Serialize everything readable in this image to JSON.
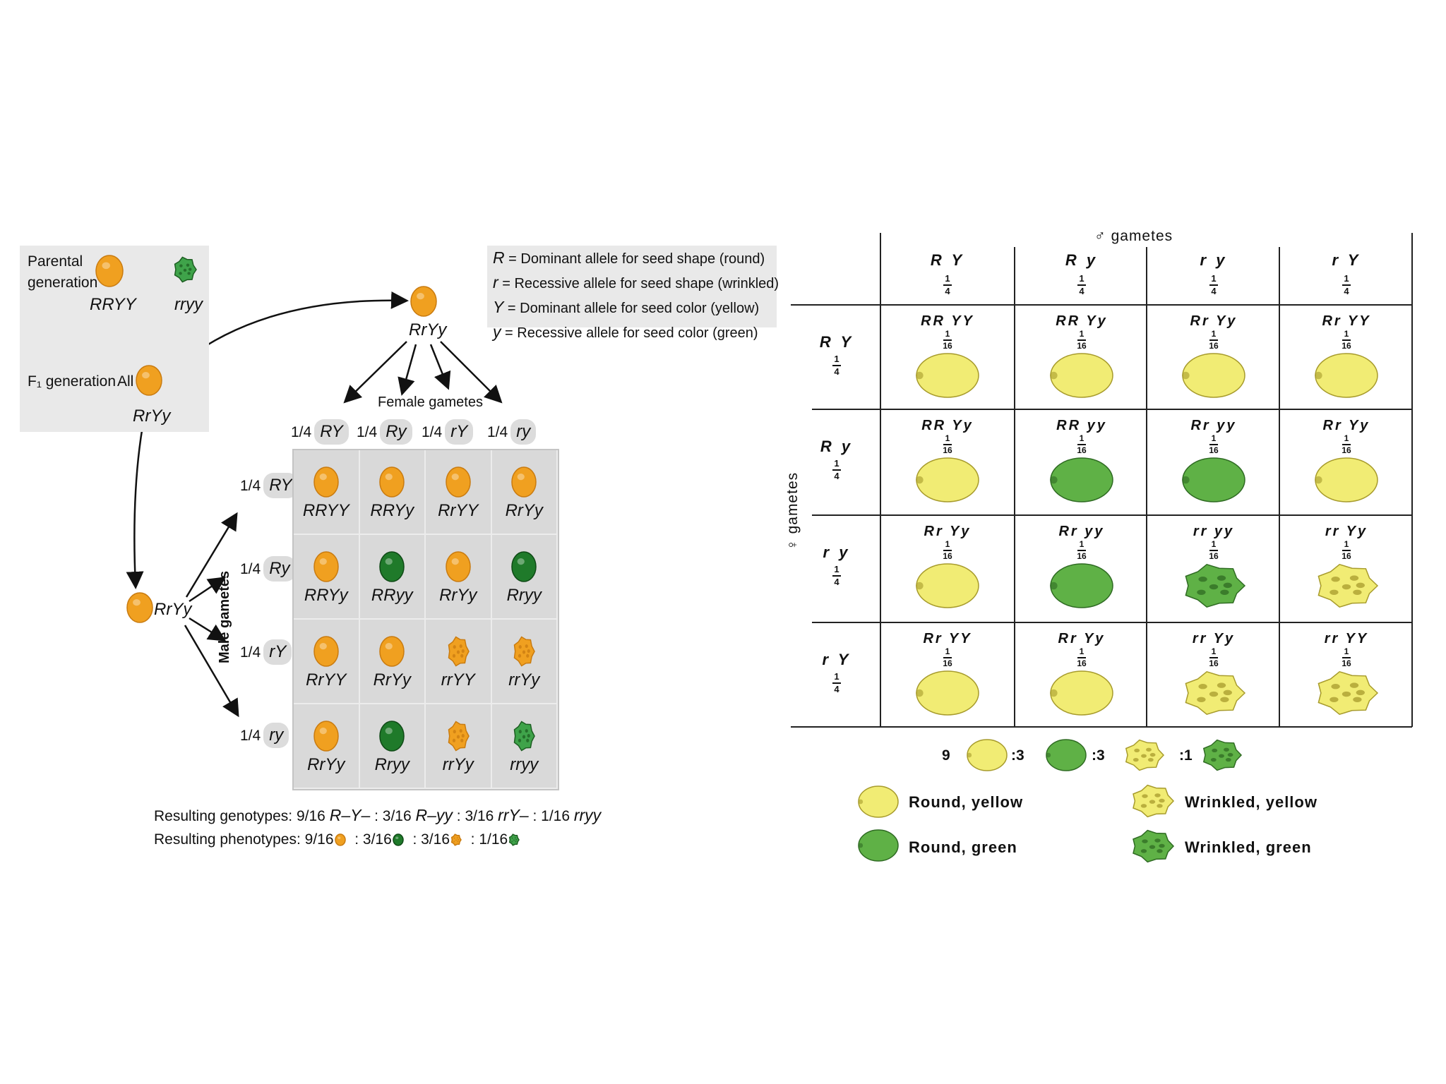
{
  "left_panel": {
    "parental_label_1": "Parental",
    "parental_label_2": "generation",
    "parent1_genotype": "RRYY",
    "parent2_genotype": "rryy",
    "f1_label": "F₁ generation",
    "f1_all": "All",
    "f1_genotype": "RrYy",
    "top_genotype": "RrYy",
    "male_genotype": "RrYy",
    "female_gametes_label": "Female gametes",
    "male_gametes_label": "Male gametes",
    "legend": [
      {
        "symbol": "R",
        "text": " = Dominant allele for seed shape (round)"
      },
      {
        "symbol": "r",
        "text": "  = Recessive allele for seed shape (wrinkled)"
      },
      {
        "symbol": "Y",
        "text": " = Dominant allele for seed color (yellow)"
      },
      {
        "symbol": "y",
        "text": " = Recessive allele for seed color (green)"
      }
    ],
    "female_gametes": [
      {
        "frac": "1/4",
        "allele": "RY"
      },
      {
        "frac": "1/4",
        "allele": "Ry"
      },
      {
        "frac": "1/4",
        "allele": "rY"
      },
      {
        "frac": "1/4",
        "allele": "ry"
      }
    ],
    "male_gametes": [
      {
        "frac": "1/4",
        "allele": "RY"
      },
      {
        "frac": "1/4",
        "allele": "Ry"
      },
      {
        "frac": "1/4",
        "allele": "rY"
      },
      {
        "frac": "1/4",
        "allele": "ry"
      }
    ],
    "grid": [
      [
        {
          "g": "RRYY",
          "p": "round-yellow"
        },
        {
          "g": "RRYy",
          "p": "round-yellow"
        },
        {
          "g": "RrYY",
          "p": "round-yellow"
        },
        {
          "g": "RrYy",
          "p": "round-yellow"
        }
      ],
      [
        {
          "g": "RRYy",
          "p": "round-yellow"
        },
        {
          "g": "RRyy",
          "p": "round-green"
        },
        {
          "g": "RrYy",
          "p": "round-yellow"
        },
        {
          "g": "Rryy",
          "p": "round-green"
        }
      ],
      [
        {
          "g": "RrYY",
          "p": "round-yellow"
        },
        {
          "g": "RrYy",
          "p": "round-yellow"
        },
        {
          "g": "rrYY",
          "p": "wrinkled-yellow"
        },
        {
          "g": "rrYy",
          "p": "wrinkled-yellow"
        }
      ],
      [
        {
          "g": "RrYy",
          "p": "round-yellow"
        },
        {
          "g": "Rryy",
          "p": "round-green"
        },
        {
          "g": "rrYy",
          "p": "wrinkled-yellow"
        },
        {
          "g": "rryy",
          "p": "wrinkled-green"
        }
      ]
    ],
    "genotypes_label": "Resulting genotypes:",
    "genotypes": [
      {
        "frac": "9/16",
        "g": "R–Y–"
      },
      {
        "frac": "3/16",
        "g": "R–yy"
      },
      {
        "frac": "3/16",
        "g": "rrY–"
      },
      {
        "frac": "1/16",
        "g": "rryy"
      }
    ],
    "phenotypes_label": "Resulting phenotypes:",
    "phenotypes": [
      {
        "frac": "9/16",
        "p": "round-yellow"
      },
      {
        "frac": "3/16",
        "p": "round-green"
      },
      {
        "frac": "3/16",
        "p": "wrinkled-yellow"
      },
      {
        "frac": "1/16",
        "p": "wrinkled-green"
      }
    ],
    "separator": ":"
  },
  "right_panel": {
    "male_label": "♂ gametes",
    "female_label": "♀ gametes",
    "col_headers": [
      "R Y",
      "R y",
      "r y",
      "r Y"
    ],
    "row_headers": [
      "R Y",
      "R y",
      "r y",
      "r Y"
    ],
    "frac_num": "1",
    "frac_quarter": "4",
    "frac_sixteen": "16",
    "cells": [
      [
        {
          "g": "RR YY",
          "p": "round-yellow"
        },
        {
          "g": "RR Yy",
          "p": "round-yellow"
        },
        {
          "g": "Rr Yy",
          "p": "round-yellow"
        },
        {
          "g": "Rr YY",
          "p": "round-yellow"
        }
      ],
      [
        {
          "g": "RR Yy",
          "p": "round-yellow"
        },
        {
          "g": "RR yy",
          "p": "round-green"
        },
        {
          "g": "Rr yy",
          "p": "round-green"
        },
        {
          "g": "Rr Yy",
          "p": "round-yellow"
        }
      ],
      [
        {
          "g": "Rr Yy",
          "p": "round-yellow"
        },
        {
          "g": "Rr yy",
          "p": "round-green"
        },
        {
          "g": "rr yy",
          "p": "wrinkled-green"
        },
        {
          "g": "rr Yy",
          "p": "wrinkled-yellow"
        }
      ],
      [
        {
          "g": "Rr YY",
          "p": "round-yellow"
        },
        {
          "g": "Rr Yy",
          "p": "round-yellow"
        },
        {
          "g": "rr Yy",
          "p": "wrinkled-yellow"
        },
        {
          "g": "rr YY",
          "p": "wrinkled-yellow"
        }
      ]
    ],
    "ratio": [
      "9",
      ":3",
      ":3",
      ":1"
    ],
    "legend": [
      {
        "label": "Round, yellow",
        "p": "round-yellow"
      },
      {
        "label": "Wrinkled, yellow",
        "p": "wrinkled-yellow"
      },
      {
        "label": "Round, green",
        "p": "round-green"
      },
      {
        "label": "Wrinkled, green",
        "p": "wrinkled-green"
      }
    ]
  },
  "colors": {
    "seed_orange": "#f0a020",
    "seed_dark_green": "#1f7a2a",
    "pale_yellow": "#f1ec74",
    "pale_green": "#5fb146",
    "panel_gray": "#e9e9e9",
    "grid_gray": "#d9d9d9"
  }
}
